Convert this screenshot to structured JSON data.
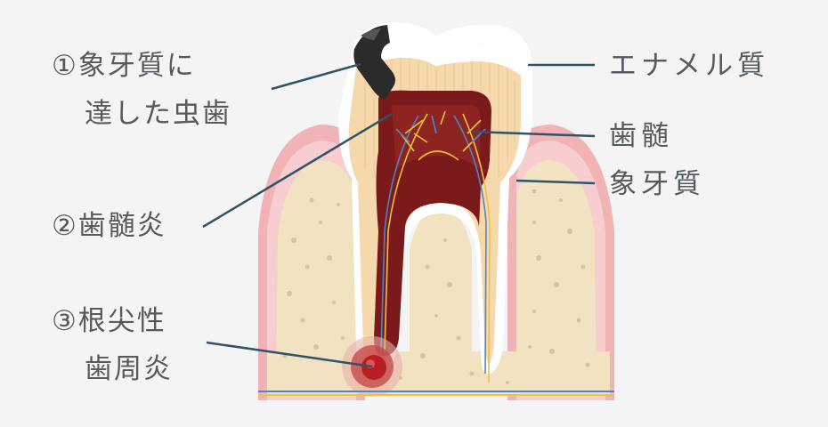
{
  "labels": {
    "left": {
      "caries_line1": "①象牙質に",
      "caries_line2": "達した虫歯",
      "pulpitis": "②歯髄炎",
      "periapical_line1": "③根尖性",
      "periapical_line2": "歯周炎"
    },
    "right": {
      "enamel": "エナメル質",
      "pulp": "歯髄",
      "dentin": "象牙質"
    }
  },
  "colors": {
    "background": "#f4f4f4",
    "leader_line": "#2f5368",
    "label_text": "#555a5e",
    "gum_pink": "#f2b3b6",
    "bone": "#f1e3c1",
    "dentin": "#f5d9ad",
    "enamel": "#ffffff",
    "pulp": "#7a1a1a",
    "caries": "#2b2b2b",
    "nerve_yellow": "#f0c040",
    "vessel_blue": "#4a86c8",
    "abscess_red": "#b81f25"
  },
  "icons": [
    "tooth-cross-section-illustration"
  ]
}
